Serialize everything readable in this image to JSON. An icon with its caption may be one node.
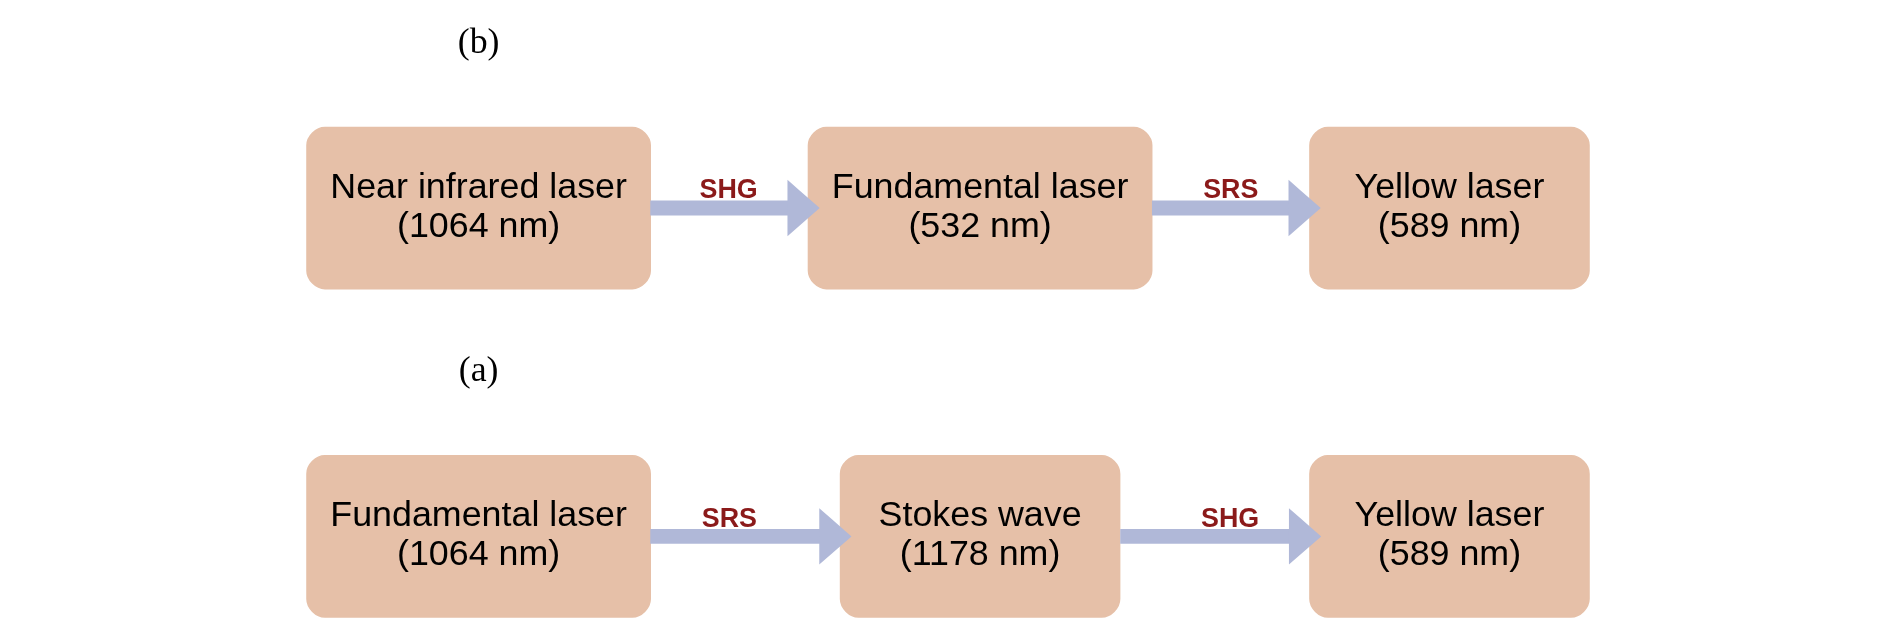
{
  "diagram": {
    "nodes": [
      {
        "text": [
          "Fundamental laser",
          "(1064 nm)"
        ]
      },
      {
        "text": [
          "Stokes wave",
          "(1178 nm)"
        ]
      },
      {
        "text": [
          "Yellow laser",
          "(589 nm)"
        ]
      },
      {
        "text": [
          "Near infrared laser",
          "(1064 nm)"
        ]
      },
      {
        "text": [
          "Fundamental laser",
          "(532 nm)"
        ]
      },
      {
        "text": [
          "Yellow laser",
          "(589 nm)"
        ]
      }
    ],
    "edges": [
      {
        "from": 0,
        "to": 1,
        "arrow": "to",
        "label": "SRS"
      },
      {
        "from": 1,
        "to": 2,
        "arrow": "to",
        "label": "SHG"
      },
      {
        "from": 3,
        "to": 4,
        "arrow": "to",
        "label": "SHG"
      },
      {
        "from": 4,
        "to": 5,
        "arrow": "to",
        "label": "SRS"
      }
    ],
    "labels": [
      "(a)",
      "(b)"
    ]
  }
}
